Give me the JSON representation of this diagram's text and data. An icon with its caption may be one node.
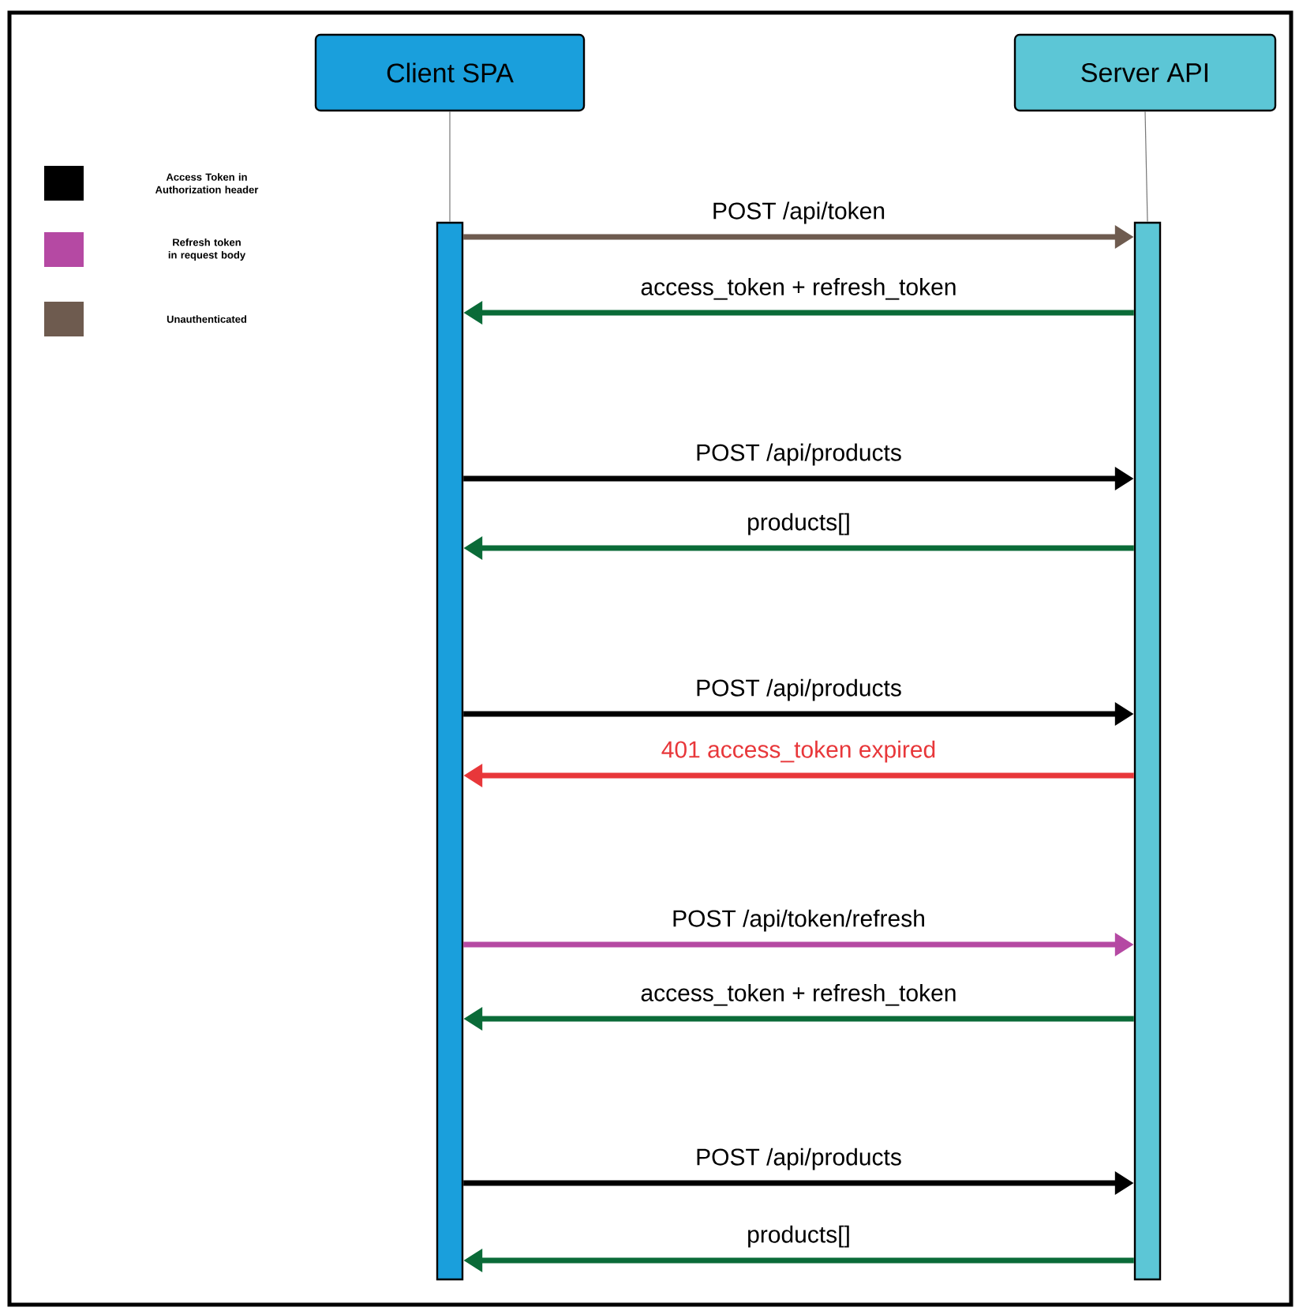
{
  "diagram": {
    "nodes": [
      {
        "text": [
          "Client SPA"
        ]
      },
      {
        "text": [
          "Server API"
        ]
      },
      {
        "text": [],
        "shape": "bar"
      },
      {
        "text": [],
        "shape": "bar"
      }
    ],
    "edges": [
      {
        "from": 0,
        "to": 2,
        "arrow": "none",
        "color": "#777777"
      },
      {
        "from": 1,
        "to": 3,
        "arrow": "none",
        "color": "#777777"
      },
      {
        "from": 2,
        "to": 3,
        "arrow": "to",
        "label": "POST /api/token",
        "color": "#6e5b4f"
      },
      {
        "from": 3,
        "to": 2,
        "arrow": "to",
        "label": "access_token + refresh_token",
        "color": "#0a6b38"
      },
      {
        "from": 2,
        "to": 3,
        "arrow": "to",
        "label": "POST /api/products",
        "color": "#000000"
      },
      {
        "from": 3,
        "to": 2,
        "arrow": "to",
        "label": "products[]",
        "color": "#0a6b38"
      },
      {
        "from": 2,
        "to": 3,
        "arrow": "to",
        "label": "POST /api/products",
        "color": "#000000"
      },
      {
        "from": 3,
        "to": 2,
        "arrow": "to",
        "label": "401 access_token expired",
        "color": "#e8373a"
      },
      {
        "from": 2,
        "to": 3,
        "arrow": "to",
        "label": "POST /api/token/refresh",
        "color": "#b549a3"
      },
      {
        "from": 3,
        "to": 2,
        "arrow": "to",
        "label": "access_token + refresh_token",
        "color": "#0a6b38"
      },
      {
        "from": 2,
        "to": 3,
        "arrow": "to",
        "label": "POST /api/products",
        "color": "#000000"
      },
      {
        "from": 3,
        "to": 2,
        "arrow": "to",
        "label": "products[]",
        "color": "#0a6b38"
      }
    ],
    "legend": [
      {
        "text": "Access Token in Authorization header",
        "color": "#000000"
      },
      {
        "text": "Refresh token in request body",
        "color": "#b549a3"
      },
      {
        "text": "Unauthenticated",
        "color": "#6e5b4f"
      }
    ]
  }
}
